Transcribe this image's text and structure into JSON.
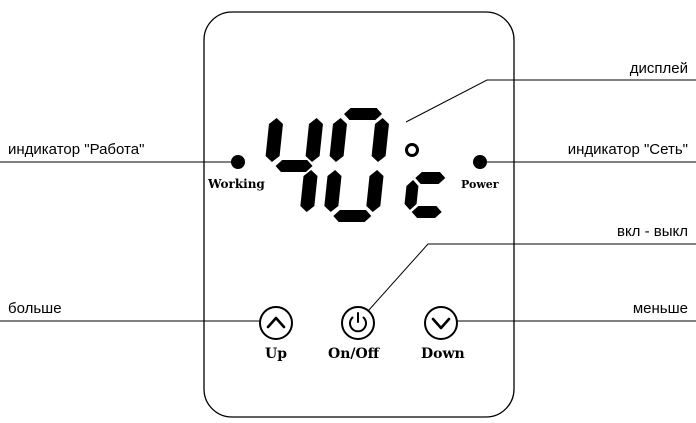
{
  "callouts": {
    "display": "дисплей",
    "working_indicator": "индикатор \"Работа\"",
    "power_indicator": "индикатор \"Сеть\"",
    "onoff": "вкл - выкл",
    "more": "больше",
    "less": "меньше"
  },
  "panel": {
    "working": "Working",
    "power": "Power",
    "up": "Up",
    "onoff": "On/Off",
    "down": "Down"
  },
  "display": {
    "digits": "40",
    "unit": "°c"
  },
  "icons": {
    "up": "chevron-up-icon",
    "power": "power-icon",
    "down": "chevron-down-icon"
  }
}
